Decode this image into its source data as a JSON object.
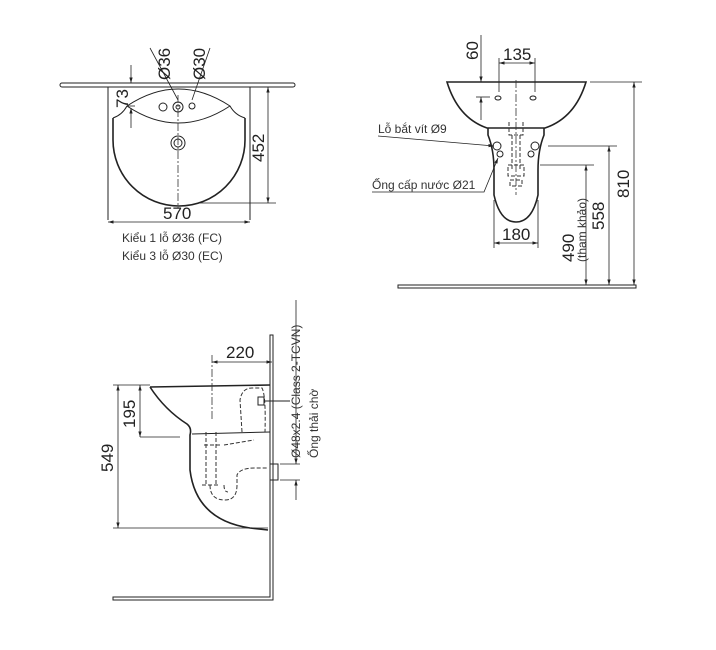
{
  "top_view": {
    "width_dim": "570",
    "depth_dim": "452",
    "rim_dim": "73",
    "hole_36": "Ø36",
    "hole_30": "Ø30",
    "caption_1": "Kiểu 1 lỗ Ø36 (FC)",
    "caption_2": "Kiểu 3 lỗ Ø30 (EC)"
  },
  "front_view": {
    "dim_60": "60",
    "dim_135": "135",
    "dim_180": "180",
    "dim_490": "490",
    "dim_490_note": "(tham khảo)",
    "dim_558": "558",
    "dim_810": "810",
    "screw_hole_label": "Lỗ bắt vít Ø9",
    "water_supply_label": "Ống cấp nước Ø21"
  },
  "side_view": {
    "dim_220": "220",
    "dim_195": "195",
    "dim_549": "549",
    "pipe_spec": "Ø48x2.4 (Class 2-TCVN)",
    "drain_label": "Ống thải chờ"
  }
}
